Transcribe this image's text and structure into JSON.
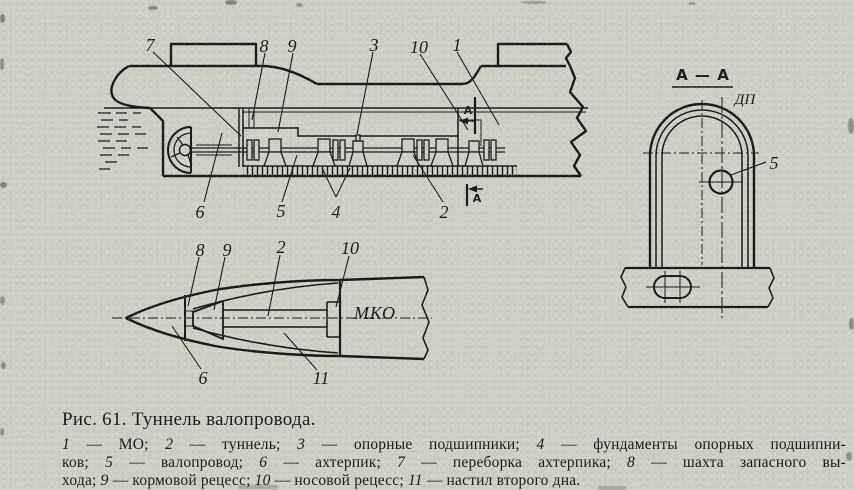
{
  "page": {
    "paper_color": "#cfcec7",
    "ink_color": "#1d1c1a"
  },
  "figure": {
    "side_view": {
      "description": "longitudinal section of ship stern with shaft tunnel",
      "callouts_top": [
        "7",
        "8",
        "9",
        "3",
        "10",
        "1"
      ],
      "callouts_bottom": [
        "6",
        "5",
        "4",
        "2"
      ],
      "section_marker_top": "А",
      "section_marker_bottom": "А"
    },
    "section_view": {
      "title": "А — А",
      "plane_label": "ДП",
      "callout": "5"
    },
    "plan_view": {
      "callouts_top": [
        "8",
        "9",
        "2",
        "10"
      ],
      "callouts_bottom": [
        "6",
        "11"
      ],
      "compartment_label": "МКО"
    }
  },
  "caption": {
    "text": "Рис. 61. Туннель валопровода."
  },
  "legend": {
    "lines": [
      {
        "justify": true,
        "segments": [
          {
            "t": "1",
            "i": true
          },
          {
            "t": " — МО; "
          },
          {
            "t": "2",
            "i": true
          },
          {
            "t": " — туннель; "
          },
          {
            "t": "3",
            "i": true
          },
          {
            "t": " — опорные подшипники; "
          },
          {
            "t": "4",
            "i": true
          },
          {
            "t": " — фундаменты опорных подшипни-"
          }
        ]
      },
      {
        "justify": true,
        "segments": [
          {
            "t": "ков; "
          },
          {
            "t": "5",
            "i": true
          },
          {
            "t": " — валопровод; "
          },
          {
            "t": "6",
            "i": true
          },
          {
            "t": " — ахтерпик; "
          },
          {
            "t": "7",
            "i": true
          },
          {
            "t": " — переборка ахтерпика; "
          },
          {
            "t": "8",
            "i": true
          },
          {
            "t": " — шахта запасного вы-"
          }
        ]
      },
      {
        "justify": false,
        "segments": [
          {
            "t": "хода; "
          },
          {
            "t": "9",
            "i": true
          },
          {
            "t": " — кормовой рецесс; "
          },
          {
            "t": "10",
            "i": true
          },
          {
            "t": " — носовой рецесс; "
          },
          {
            "t": "11",
            "i": true
          },
          {
            "t": " — настил второго дна."
          }
        ]
      }
    ]
  }
}
